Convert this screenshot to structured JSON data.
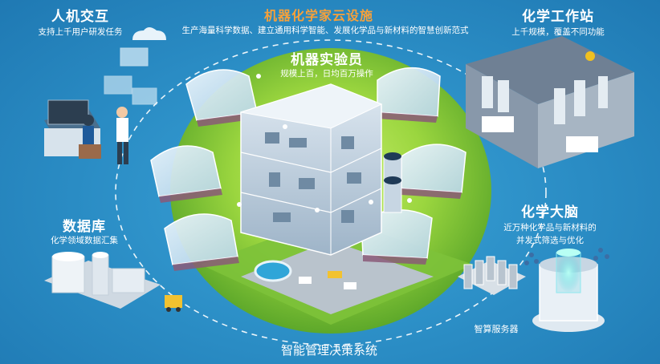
{
  "title": "机器化学家云设施",
  "subtitle": "生产海量科学数据、建立通用科学智能、发展化学品与新材料的智慧创新范式",
  "center": {
    "title": "机器实验员",
    "desc": "规模上百，日均百万操作"
  },
  "modules": {
    "hci": {
      "title": "人机交互",
      "desc": "支持上千用户研发任务"
    },
    "workstation": {
      "title": "化学工作站",
      "desc": "上千规模，覆盖不同功能"
    },
    "database": {
      "title": "数据库",
      "desc": "化学领域数据汇集"
    },
    "brain": {
      "title": "化学大脑",
      "desc_line1": "近万种化学品与新材料的",
      "desc_line2": "并发式筛选与优化"
    },
    "servers": {
      "title": "智算服务器"
    },
    "decision": {
      "title": "智能管理决策系统"
    }
  },
  "colors": {
    "background": "#2a8cc4",
    "title_accent": "#f7a13a",
    "globe_green": "#8fd03a",
    "text": "#ffffff"
  }
}
